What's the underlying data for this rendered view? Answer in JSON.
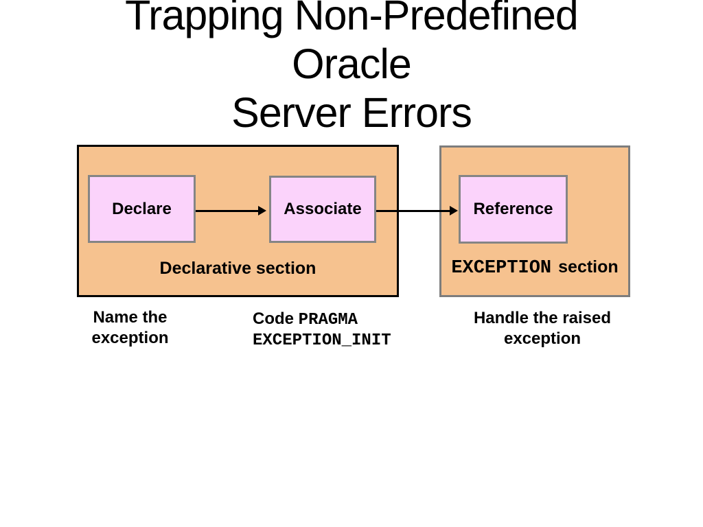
{
  "colors": {
    "background": "#ffffff",
    "text": "#000000",
    "box_fill": "#F6C28F",
    "step_fill": "#FBD3FB",
    "step_border": "#858585",
    "outer_black_border": "#000000",
    "outer_gray_border": "#7d7d7d",
    "arrow": "#000000"
  },
  "title": {
    "lines": [
      "Trapping Non-Predefined",
      "Oracle",
      "Server Errors"
    ]
  },
  "diagram": {
    "declarative": {
      "caption": "Declarative section",
      "steps": {
        "declare": "Declare",
        "associate": "Associate"
      }
    },
    "exception": {
      "caption_mono": "EXCEPTION",
      "caption_sans": "section",
      "steps": {
        "reference": "Reference"
      }
    }
  },
  "notes": {
    "name": {
      "line1": "Name the",
      "line2": "exception"
    },
    "code": {
      "sans": "Code ",
      "mono1": "PRAGMA",
      "mono2": "EXCEPTION_INIT"
    },
    "handle": {
      "line1": "Handle the raised",
      "line2": "exception"
    }
  }
}
